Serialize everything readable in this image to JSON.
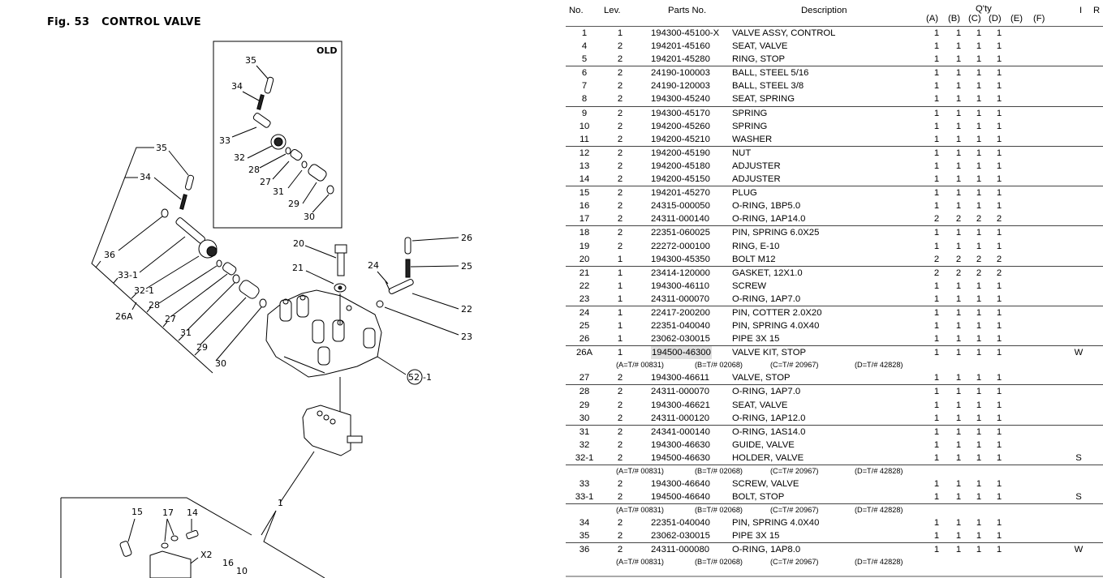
{
  "figure": {
    "number": "Fig. 53",
    "title": "CONTROL VALVE",
    "inset_label": "OLD",
    "callouts": {
      "inset": [
        "35",
        "34",
        "33",
        "32",
        "28",
        "27",
        "31",
        "29",
        "30"
      ],
      "main_kit": [
        "35",
        "34",
        "36",
        "33-1",
        "32-1",
        "26A",
        "28",
        "27",
        "31",
        "29",
        "30"
      ],
      "body": [
        "20",
        "21",
        "24",
        "26",
        "25",
        "22",
        "23",
        "52",
        "-1"
      ],
      "lower": [
        "1",
        "15",
        "17",
        "14",
        "X2",
        "16",
        "10"
      ]
    }
  },
  "table": {
    "headers": {
      "no": "No.",
      "lev": "Lev.",
      "parts_no": "Parts No.",
      "description": "Description",
      "qty": "Q'ty",
      "qty_cols": [
        "(A)",
        "(B)",
        "(C)",
        "(D)",
        "(E)",
        "(F)"
      ],
      "i": "I",
      "r": "R"
    },
    "rows": [
      {
        "type": "row",
        "no": "1",
        "lev": "1",
        "part": "194300-45100-X",
        "desc": "VALVE ASSY, CONTROL",
        "q": [
          "1",
          "1",
          "1",
          "1"
        ],
        "r": "",
        "sep": false
      },
      {
        "type": "row",
        "no": "4",
        "lev": "2",
        "part": "194201-45160",
        "desc": "SEAT, VALVE",
        "q": [
          "1",
          "1",
          "1",
          "1"
        ],
        "r": "",
        "sep": false
      },
      {
        "type": "row",
        "no": "5",
        "lev": "2",
        "part": "194201-45280",
        "desc": "RING, STOP",
        "q": [
          "1",
          "1",
          "1",
          "1"
        ],
        "r": "",
        "sep": true
      },
      {
        "type": "row",
        "no": "6",
        "lev": "2",
        "part": "24190-100003",
        "desc": "BALL, STEEL 5/16",
        "q": [
          "1",
          "1",
          "1",
          "1"
        ],
        "r": "",
        "sep": false
      },
      {
        "type": "row",
        "no": "7",
        "lev": "2",
        "part": "24190-120003",
        "desc": "BALL, STEEL 3/8",
        "q": [
          "1",
          "1",
          "1",
          "1"
        ],
        "r": "",
        "sep": false
      },
      {
        "type": "row",
        "no": "8",
        "lev": "2",
        "part": "194300-45240",
        "desc": "SEAT, SPRING",
        "q": [
          "1",
          "1",
          "1",
          "1"
        ],
        "r": "",
        "sep": true
      },
      {
        "type": "row",
        "no": "9",
        "lev": "2",
        "part": "194300-45170",
        "desc": "SPRING",
        "q": [
          "1",
          "1",
          "1",
          "1"
        ],
        "r": "",
        "sep": false
      },
      {
        "type": "row",
        "no": "10",
        "lev": "2",
        "part": "194200-45260",
        "desc": "SPRING",
        "q": [
          "1",
          "1",
          "1",
          "1"
        ],
        "r": "",
        "sep": false
      },
      {
        "type": "row",
        "no": "11",
        "lev": "2",
        "part": "194200-45210",
        "desc": "WASHER",
        "q": [
          "1",
          "1",
          "1",
          "1"
        ],
        "r": "",
        "sep": true
      },
      {
        "type": "row",
        "no": "12",
        "lev": "2",
        "part": "194200-45190",
        "desc": "NUT",
        "q": [
          "1",
          "1",
          "1",
          "1"
        ],
        "r": "",
        "sep": false
      },
      {
        "type": "row",
        "no": "13",
        "lev": "2",
        "part": "194200-45180",
        "desc": "ADJUSTER",
        "q": [
          "1",
          "1",
          "1",
          "1"
        ],
        "r": "",
        "sep": false
      },
      {
        "type": "row",
        "no": "14",
        "lev": "2",
        "part": "194200-45150",
        "desc": "ADJUSTER",
        "q": [
          "1",
          "1",
          "1",
          "1"
        ],
        "r": "",
        "sep": true
      },
      {
        "type": "row",
        "no": "15",
        "lev": "2",
        "part": "194201-45270",
        "desc": "PLUG",
        "q": [
          "1",
          "1",
          "1",
          "1"
        ],
        "r": "",
        "sep": false
      },
      {
        "type": "row",
        "no": "16",
        "lev": "2",
        "part": "24315-000050",
        "desc": "O-RING, 1BP5.0",
        "q": [
          "1",
          "1",
          "1",
          "1"
        ],
        "r": "",
        "sep": false
      },
      {
        "type": "row",
        "no": "17",
        "lev": "2",
        "part": "24311-000140",
        "desc": "O-RING, 1AP14.0",
        "q": [
          "2",
          "2",
          "2",
          "2"
        ],
        "r": "",
        "sep": true
      },
      {
        "type": "row",
        "no": "18",
        "lev": "2",
        "part": "22351-060025",
        "desc": "PIN, SPRING 6.0X25",
        "q": [
          "1",
          "1",
          "1",
          "1"
        ],
        "r": "",
        "sep": false
      },
      {
        "type": "row",
        "no": "19",
        "lev": "2",
        "part": "22272-000100",
        "desc": "RING, E-10",
        "q": [
          "1",
          "1",
          "1",
          "1"
        ],
        "r": "",
        "sep": false
      },
      {
        "type": "row",
        "no": "20",
        "lev": "1",
        "part": "194300-45350",
        "desc": "BOLT M12",
        "q": [
          "2",
          "2",
          "2",
          "2"
        ],
        "r": "",
        "sep": true
      },
      {
        "type": "row",
        "no": "21",
        "lev": "1",
        "part": "23414-120000",
        "desc": "GASKET, 12X1.0",
        "q": [
          "2",
          "2",
          "2",
          "2"
        ],
        "r": "",
        "sep": false
      },
      {
        "type": "row",
        "no": "22",
        "lev": "1",
        "part": "194300-46110",
        "desc": "SCREW",
        "q": [
          "1",
          "1",
          "1",
          "1"
        ],
        "r": "",
        "sep": false
      },
      {
        "type": "row",
        "no": "23",
        "lev": "1",
        "part": "24311-000070",
        "desc": "O-RING, 1AP7.0",
        "q": [
          "1",
          "1",
          "1",
          "1"
        ],
        "r": "",
        "sep": true
      },
      {
        "type": "row",
        "no": "24",
        "lev": "1",
        "part": "22417-200200",
        "desc": "PIN, COTTER 2.0X20",
        "q": [
          "1",
          "1",
          "1",
          "1"
        ],
        "r": "",
        "sep": false
      },
      {
        "type": "row",
        "no": "25",
        "lev": "1",
        "part": "22351-040040",
        "desc": "PIN, SPRING 4.0X40",
        "q": [
          "1",
          "1",
          "1",
          "1"
        ],
        "r": "",
        "sep": false
      },
      {
        "type": "row",
        "no": "26",
        "lev": "1",
        "part": "23062-030015",
        "desc": "PIPE  3X  15",
        "q": [
          "1",
          "1",
          "1",
          "1"
        ],
        "r": "",
        "sep": true
      },
      {
        "type": "row",
        "no": "26A",
        "lev": "1",
        "part": "194500-46300",
        "desc": "VALVE KIT, STOP",
        "q": [
          "1",
          "1",
          "1",
          "1"
        ],
        "r": "W",
        "sep": false,
        "selected": true
      },
      {
        "type": "note",
        "a": "(A=T/# 00831)",
        "b": "(B=T/# 02068)",
        "c": "(C=T/# 20967)",
        "d": "(D=T/# 42828)",
        "sep": false
      },
      {
        "type": "row",
        "no": "27",
        "lev": "2",
        "part": "194300-46611",
        "desc": "VALVE, STOP",
        "q": [
          "1",
          "1",
          "1",
          "1"
        ],
        "r": "",
        "sep": true
      },
      {
        "type": "row",
        "no": "28",
        "lev": "2",
        "part": "24311-000070",
        "desc": "O-RING, 1AP7.0",
        "q": [
          "1",
          "1",
          "1",
          "1"
        ],
        "r": "",
        "sep": false
      },
      {
        "type": "row",
        "no": "29",
        "lev": "2",
        "part": "194300-46621",
        "desc": "SEAT, VALVE",
        "q": [
          "1",
          "1",
          "1",
          "1"
        ],
        "r": "",
        "sep": false
      },
      {
        "type": "row",
        "no": "30",
        "lev": "2",
        "part": "24311-000120",
        "desc": "O-RING, 1AP12.0",
        "q": [
          "1",
          "1",
          "1",
          "1"
        ],
        "r": "",
        "sep": true
      },
      {
        "type": "row",
        "no": "31",
        "lev": "2",
        "part": "24341-000140",
        "desc": "O-RING, 1AS14.0",
        "q": [
          "1",
          "1",
          "1",
          "1"
        ],
        "r": "",
        "sep": false
      },
      {
        "type": "row",
        "no": "32",
        "lev": "2",
        "part": "194300-46630",
        "desc": "GUIDE, VALVE",
        "q": [
          "1",
          "1",
          "1",
          "1"
        ],
        "r": "",
        "sep": false
      },
      {
        "type": "row",
        "no": "32-1",
        "lev": "2",
        "part": "194500-46630",
        "desc": "HOLDER, VALVE",
        "q": [
          "1",
          "1",
          "1",
          "1"
        ],
        "r": "S",
        "sep": true
      },
      {
        "type": "note",
        "a": "(A=T/# 00831)",
        "b": "(B=T/# 02068)",
        "c": "(C=T/# 20967)",
        "d": "(D=T/# 42828)",
        "sep": false
      },
      {
        "type": "row",
        "no": "33",
        "lev": "2",
        "part": "194300-46640",
        "desc": "SCREW, VALVE",
        "q": [
          "1",
          "1",
          "1",
          "1"
        ],
        "r": "",
        "sep": false
      },
      {
        "type": "row",
        "no": "33-1",
        "lev": "2",
        "part": "194500-46640",
        "desc": "BOLT, STOP",
        "q": [
          "1",
          "1",
          "1",
          "1"
        ],
        "r": "S",
        "sep": true
      },
      {
        "type": "note",
        "a": "(A=T/# 00831)",
        "b": "(B=T/# 02068)",
        "c": "(C=T/# 20967)",
        "d": "(D=T/# 42828)",
        "sep": false
      },
      {
        "type": "row",
        "no": "34",
        "lev": "2",
        "part": "22351-040040",
        "desc": "PIN, SPRING 4.0X40",
        "q": [
          "1",
          "1",
          "1",
          "1"
        ],
        "r": "",
        "sep": false
      },
      {
        "type": "row",
        "no": "35",
        "lev": "2",
        "part": "23062-030015",
        "desc": "PIPE  3X  15",
        "q": [
          "1",
          "1",
          "1",
          "1"
        ],
        "r": "",
        "sep": true
      },
      {
        "type": "row",
        "no": "36",
        "lev": "2",
        "part": "24311-000080",
        "desc": "O-RING, 1AP8.0",
        "q": [
          "1",
          "1",
          "1",
          "1"
        ],
        "r": "W",
        "sep": false
      },
      {
        "type": "note",
        "a": "(A=T/# 00831)",
        "b": "(B=T/# 02068)",
        "c": "(C=T/# 20967)",
        "d": "(D=T/# 42828)",
        "sep": false
      }
    ]
  }
}
